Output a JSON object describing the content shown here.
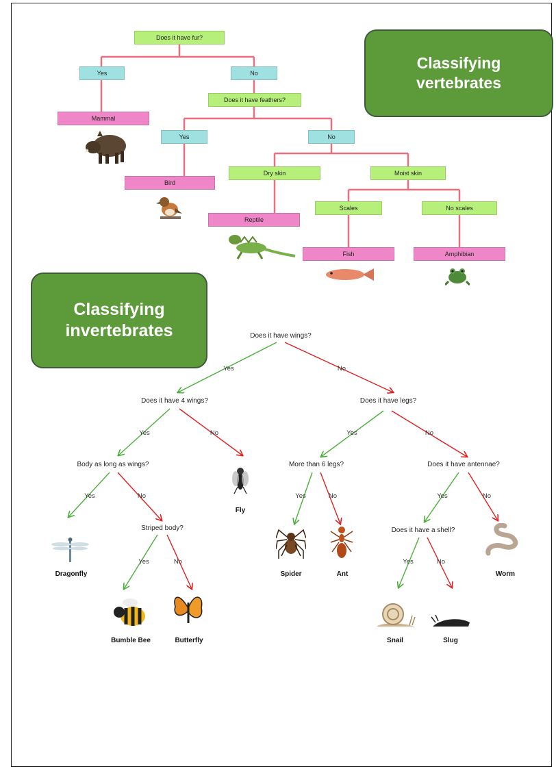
{
  "vertebrates": {
    "title_line1": "Classifying",
    "title_line2": "vertebrates",
    "q_fur": "Does it have fur?",
    "yes_fur": "Yes",
    "no_fur": "No",
    "mammal": "Mammal",
    "q_feathers": "Does it have feathers?",
    "yes_feathers": "Yes",
    "no_feathers": "No",
    "bird": "Bird",
    "dry_skin": "Dry skin",
    "moist_skin": "Moist skin",
    "reptile": "Reptile",
    "scales": "Scales",
    "no_scales": "No scales",
    "fish": "Fish",
    "amphibian": "Amphibian"
  },
  "invertebrates": {
    "title_line1": "Classifying",
    "title_line2": "invertebrates",
    "q_wings": "Does it have wings?",
    "yes_wings": "Yes",
    "no_wings": "No",
    "q_4wings": "Does it have 4 wings?",
    "yes_4wings": "Yes",
    "no_4wings": "No",
    "q_body": "Body as long as wings?",
    "yes_body": "Yes",
    "no_body": "No",
    "fly": "Fly",
    "dragonfly": "Dragonfly",
    "q_striped": "Striped body?",
    "yes_striped": "Yes",
    "no_striped": "No",
    "bumble_bee": "Bumble Bee",
    "butterfly": "Butterfly",
    "q_legs": "Does it have legs?",
    "yes_legs": "Yes",
    "no_legs": "No",
    "q_6legs": "More than 6 legs?",
    "yes_6legs": "Yes",
    "no_6legs": "No",
    "spider": "Spider",
    "ant": "Ant",
    "q_antennae": "Does it have antennae?",
    "yes_antennae": "Yes",
    "no_antennae": "No",
    "worm": "Worm",
    "q_shell": "Does it have a shell?",
    "yes_shell": "Yes",
    "no_shell": "No",
    "snail": "Snail",
    "slug": "Slug"
  },
  "colors": {
    "question_box": "#b6f07a",
    "answer_box": "#9fe0e0",
    "leaf_box": "#ef86c8",
    "connector_line": "#e8707e",
    "panel": "#5d9a3a",
    "yes_arrow": "#4caf3c",
    "no_arrow": "#e02020"
  }
}
